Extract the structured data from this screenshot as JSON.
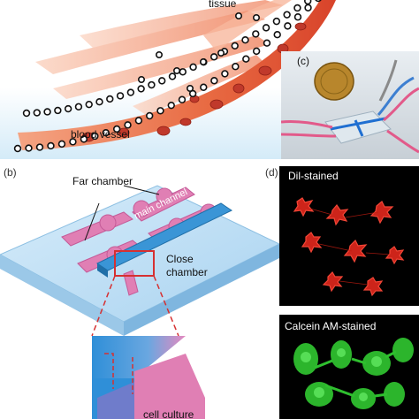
{
  "panel_a": {
    "tissue_label": "tissue",
    "vessel_label": "blood vessel"
  },
  "panel_b": {
    "panel_label": "(b)",
    "far_chamber": "Far chamber",
    "main_channel": "main channel",
    "close_chamber_1": "Close",
    "close_chamber_2": "chamber",
    "cell_culture": "cell culture"
  },
  "panel_c": {
    "panel_label": "(c)"
  },
  "panel_d": {
    "panel_label": "(d)",
    "top_image_label": "Dil-stained",
    "bottom_image_label": "Calcein AM-stained"
  },
  "colors": {
    "vessel_red": "#c0392b",
    "tissue_pink": "#f2a27e",
    "chip_blue": "#3a95d6",
    "chamber_pink": "#e07fb4",
    "highlight_red": "#d63031",
    "dil_red": "#d9261c",
    "calcein_green": "#2fbf2f"
  },
  "icons": [
    "coin-icon",
    "tubing-icon",
    "zoom-box-icon"
  ]
}
